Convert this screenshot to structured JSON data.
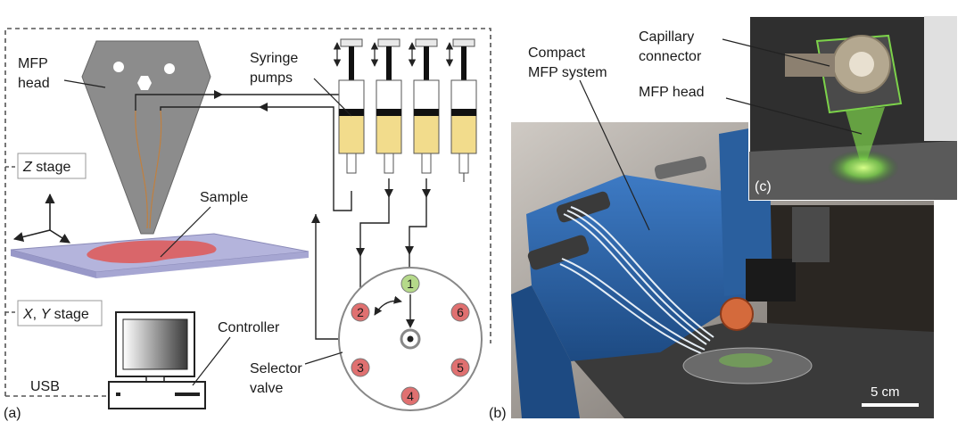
{
  "panel_a": {
    "letter": "(a)",
    "mfp_head": [
      "MFP",
      "head"
    ],
    "syringe_pumps": [
      "Syringe",
      "pumps"
    ],
    "z_stage": "Z stage",
    "z_stage_axis": "Z",
    "z_stage_rest": " stage",
    "sample": "Sample",
    "xy_stage_x": "X",
    "xy_stage_sep": ", ",
    "xy_stage_y": "Y",
    "xy_stage_rest": " stage",
    "controller": "Controller",
    "selector_valve": [
      "Selector",
      "valve"
    ],
    "usb": "USB",
    "valve_ports": [
      "1",
      "2",
      "3",
      "4",
      "5",
      "6"
    ]
  },
  "panel_b": {
    "letter": "(b)",
    "compact": [
      "Compact",
      "MFP system"
    ],
    "scale_bar": "5 cm"
  },
  "panel_c": {
    "letter": "(c)",
    "capillary": [
      "Capillary",
      "connector"
    ],
    "mfp_head": "MFP head"
  },
  "colors": {
    "head_gray": "#8c8c8c",
    "sample_red": "#d9666a",
    "stage_lavender": "#b4b4dc",
    "port_red": "#e07070",
    "port_green": "#b5d98a",
    "syringe_yellow": "#f2dc8c",
    "machine_blue": "#2a5f9e",
    "green_glow": "#7cd24a"
  }
}
